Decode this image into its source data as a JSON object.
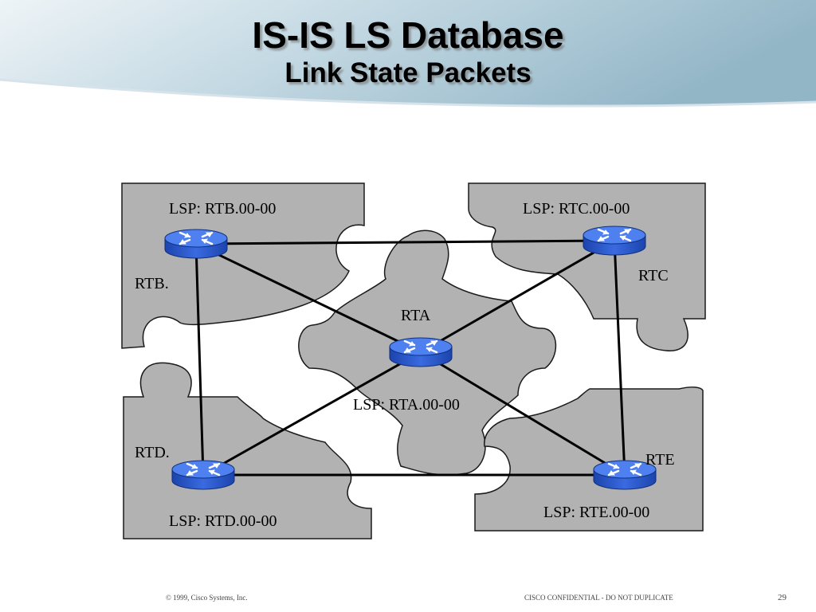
{
  "title": "IS-IS LS Database",
  "subtitle": "Link State Packets",
  "colors": {
    "piece_fill": "#b2b2b2",
    "piece_stroke": "#1a1a1a",
    "router_top": "#4f80ef",
    "router_body": "#2352c9",
    "link": "#000000",
    "banner_light": "#e9f1f5",
    "banner_dark": "#9cbccc"
  },
  "routers": {
    "rta": {
      "name": "RTA",
      "lsp": "LSP: RTA.00-00"
    },
    "rtb": {
      "name": "RTB.",
      "lsp": "LSP: RTB.00-00"
    },
    "rtc": {
      "name": "RTC",
      "lsp": "LSP: RTC.00-00"
    },
    "rtd": {
      "name": "RTD.",
      "lsp": "LSP: RTD.00-00"
    },
    "rte": {
      "name": "RTE",
      "lsp": "LSP: RTE.00-00"
    }
  },
  "links": [
    [
      "rtb",
      "rtc"
    ],
    [
      "rtb",
      "rtd"
    ],
    [
      "rtb",
      "rta"
    ],
    [
      "rtc",
      "rta"
    ],
    [
      "rtc",
      "rte"
    ],
    [
      "rtd",
      "rta"
    ],
    [
      "rtd",
      "rte"
    ],
    [
      "rta",
      "rte"
    ]
  ],
  "footer": {
    "copyright": "© 1999, Cisco Systems, Inc.",
    "confidential": "CISCO CONFIDENTIAL - DO NOT DUPLICATE",
    "page_number": "29"
  }
}
